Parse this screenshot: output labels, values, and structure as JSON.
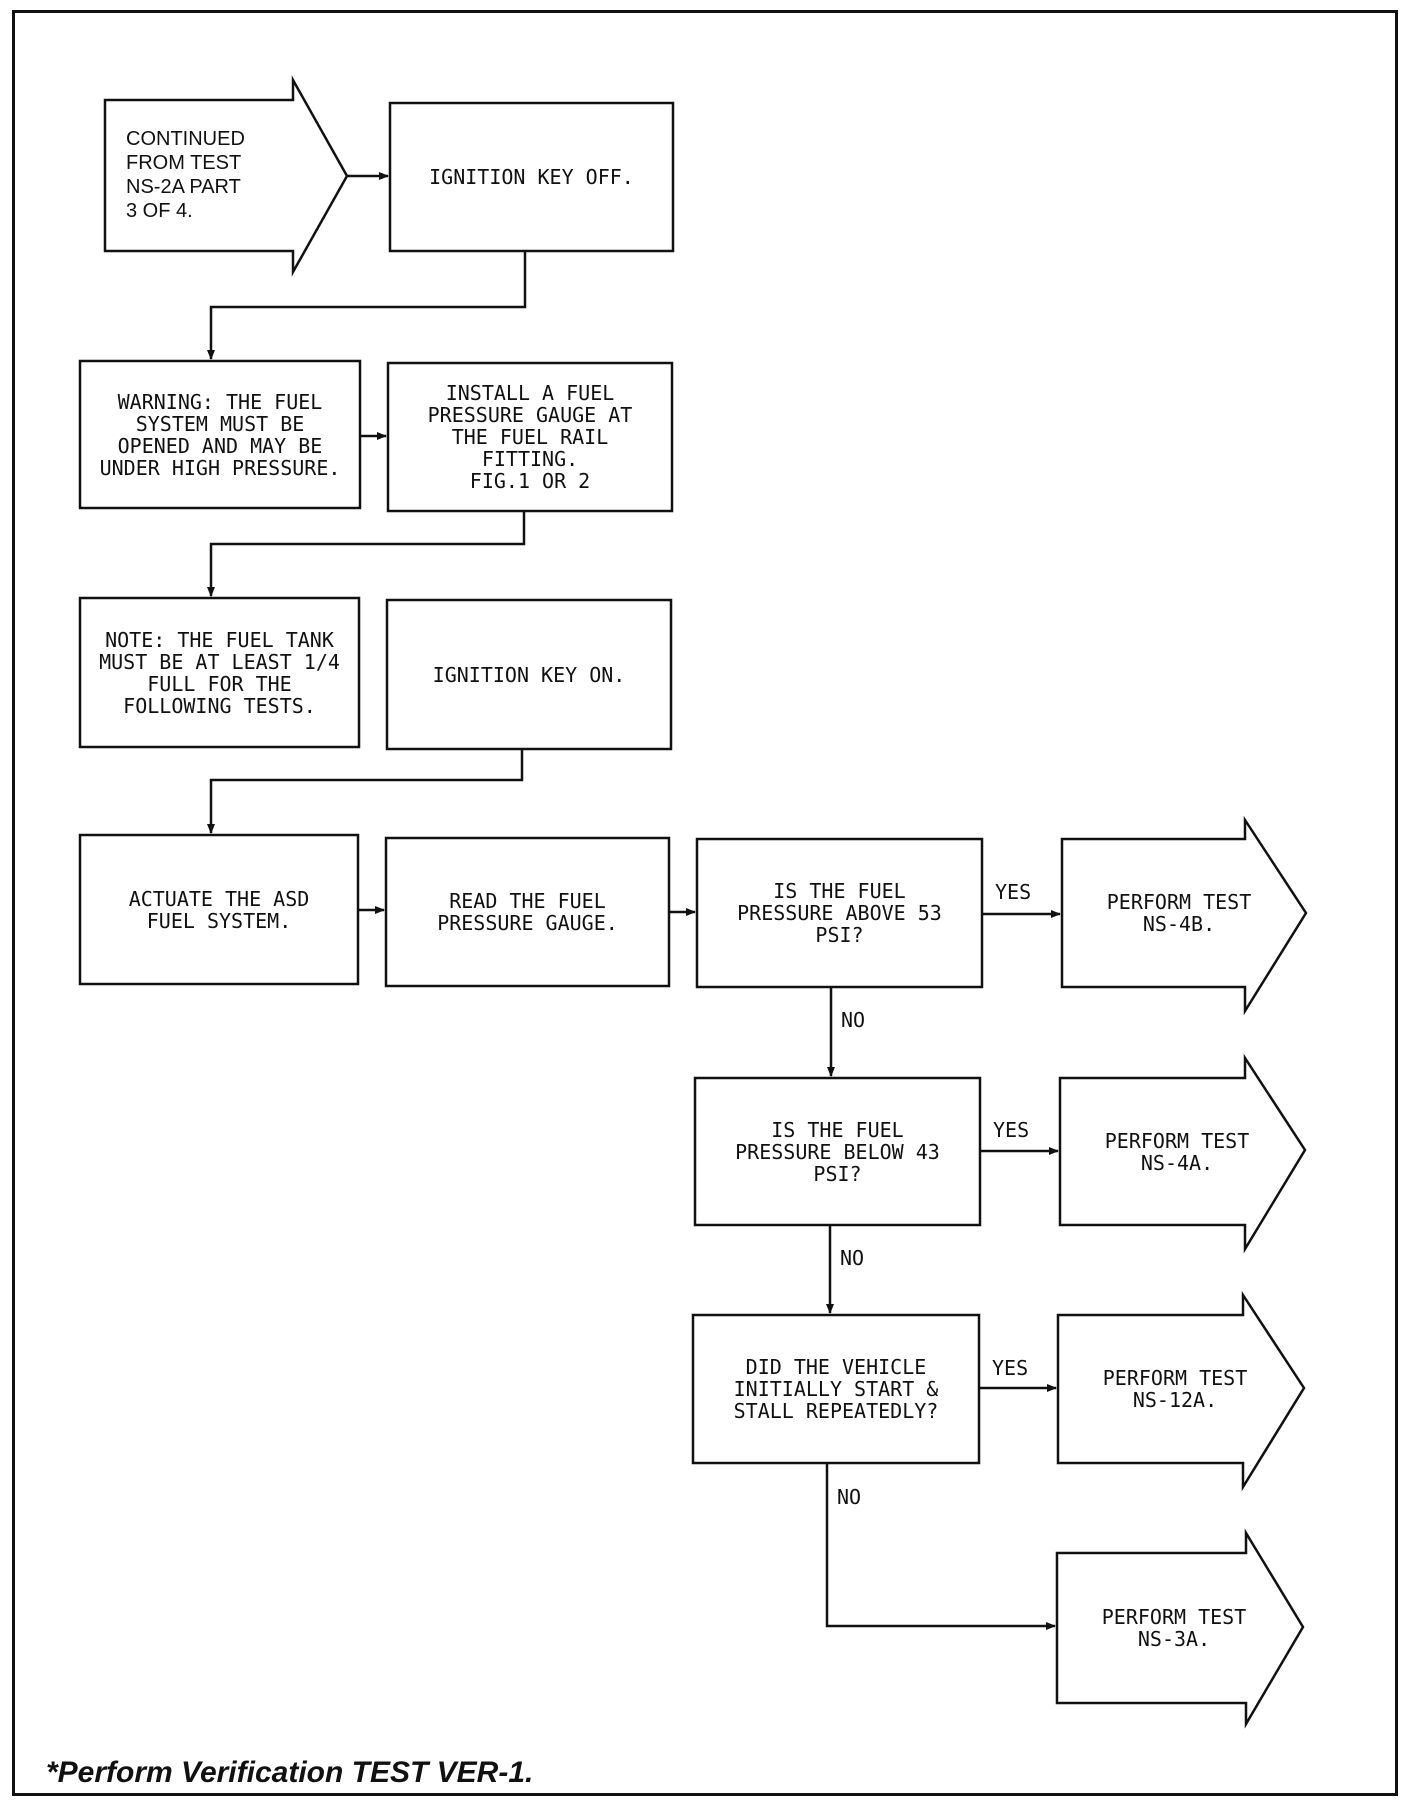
{
  "start": "CONTINUED\nFROM TEST\nNS-2A PART\n3 OF 4.",
  "steps": {
    "ignition_off": "IGNITION KEY OFF.",
    "warning": "WARNING: THE FUEL\nSYSTEM MUST BE\nOPENED AND MAY BE\nUNDER HIGH PRESSURE.",
    "install_gauge": "INSTALL A FUEL\nPRESSURE GAUGE AT\nTHE FUEL RAIL\nFITTING.\nFIG.1 OR 2",
    "note": "NOTE: THE FUEL TANK\nMUST BE AT LEAST 1/4\nFULL FOR THE\nFOLLOWING TESTS.",
    "ignition_on": "IGNITION KEY ON.",
    "actuate": "ACTUATE THE ASD\nFUEL SYSTEM.",
    "read_gauge": "READ THE FUEL\nPRESSURE GAUGE."
  },
  "decisions": {
    "above": "IS THE FUEL\nPRESSURE ABOVE 53\nPSI?",
    "below": "IS THE FUEL\nPRESSURE BELOW 43\nPSI?",
    "stall": "DID THE VEHICLE\nINITIALLY START &\nSTALL REPEATEDLY?"
  },
  "results": {
    "ns4b": "PERFORM TEST\nNS-4B.",
    "ns4a": "PERFORM TEST\nNS-4A.",
    "ns12a": "PERFORM TEST\nNS-12A.",
    "ns3a": "PERFORM TEST\nNS-3A."
  },
  "labels": {
    "yes": "YES",
    "no": "NO"
  },
  "footer": "*Perform Verification TEST VER-1."
}
